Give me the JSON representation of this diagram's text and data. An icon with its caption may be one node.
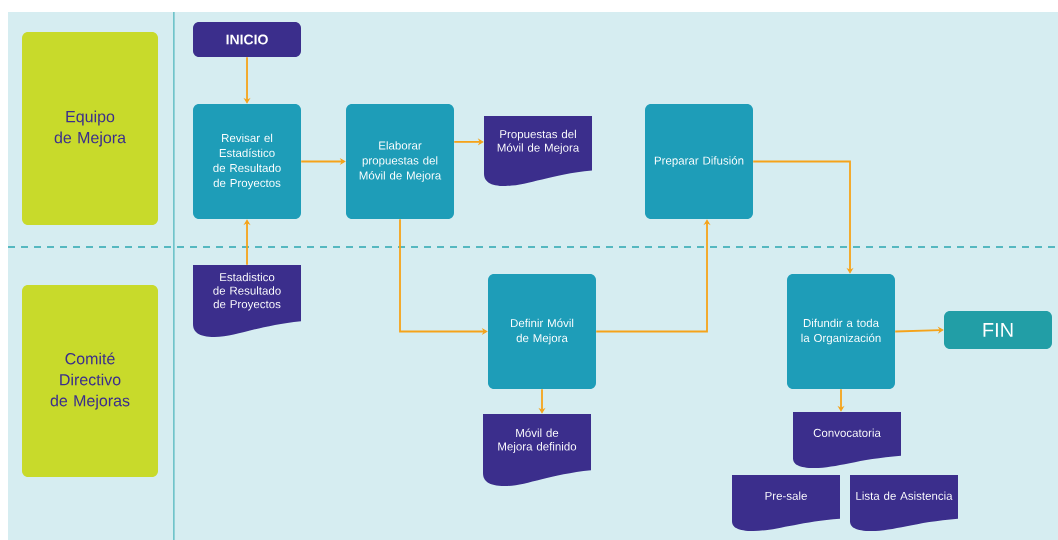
{
  "diagram": {
    "nodes": [
      {
        "text": [
          "Equipo de Mejora"
        ]
      },
      {
        "text": [
          "INICIO"
        ]
      },
      {
        "text": [
          "Revisar el Estadístico de Resultado de Proyectos"
        ]
      },
      {
        "text": [
          "Elaborar propuestas del Móvil de Mejora"
        ]
      },
      {
        "text": [
          "Propuestas del Móvil de Mejora"
        ]
      },
      {
        "text": [
          "Preparar Difusión"
        ]
      },
      {
        "text": [
          "Comité Directivo de Mejoras"
        ]
      },
      {
        "text": [
          "Estadistico de Resultado de Proyectos"
        ]
      },
      {
        "text": [
          "Definir Móvil de Mejora"
        ]
      },
      {
        "text": [
          "Difundir a toda la Organización"
        ]
      },
      {
        "text": [
          "FIN"
        ]
      },
      {
        "text": [
          "Móvil de Mejora definido"
        ]
      },
      {
        "text": [
          "Convocatoria"
        ]
      },
      {
        "text": [
          "Pre-sale"
        ]
      },
      {
        "text": [
          "Lista de Asistencia"
        ]
      }
    ],
    "edges": [
      {
        "from": 1,
        "to": 2,
        "arrow": "to"
      },
      {
        "from": 7,
        "to": 2,
        "arrow": "to"
      },
      {
        "from": 2,
        "to": 3,
        "arrow": "to"
      },
      {
        "from": 3,
        "to": 4,
        "arrow": "to"
      },
      {
        "from": 3,
        "to": 8,
        "arrow": "to"
      },
      {
        "from": 8,
        "to": 5,
        "arrow": "to"
      },
      {
        "from": 5,
        "to": 9,
        "arrow": "to"
      },
      {
        "from": 9,
        "to": 10,
        "arrow": "to"
      },
      {
        "from": 8,
        "to": 11,
        "arrow": "to"
      },
      {
        "from": 9,
        "to": 12,
        "arrow": "to"
      }
    ]
  }
}
